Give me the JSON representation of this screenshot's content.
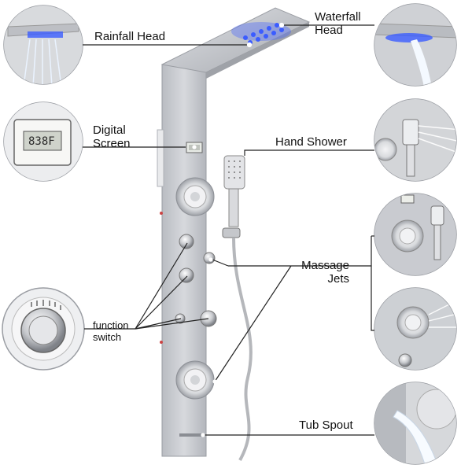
{
  "colors": {
    "panel": "#c9cbd0",
    "panel_dark": "#a9acb2",
    "led": "#3b5cff",
    "line": "#222222",
    "screen": "#e8ebe6",
    "screen_digits": "#2b2b2b"
  },
  "labels": {
    "rainfall_head": "Rainfall Head",
    "waterfall_head": "Waterfall Head",
    "digital_screen": "Digital Screen",
    "hand_shower": "Hand Shower",
    "massage_jets": "Massage Jets",
    "function_switch": "function switch",
    "tub_spout": "Tub Spout"
  },
  "screen": {
    "reading": "838F"
  },
  "icons": {
    "rainfall": "rainfall-head-icon",
    "waterfall": "waterfall-head-icon",
    "digital": "digital-screen-icon",
    "hand": "hand-shower-icon",
    "jet_a": "massage-jet-icon",
    "jet_b": "massage-jet-icon",
    "knob": "function-knob-icon",
    "spout": "tub-spout-icon"
  }
}
